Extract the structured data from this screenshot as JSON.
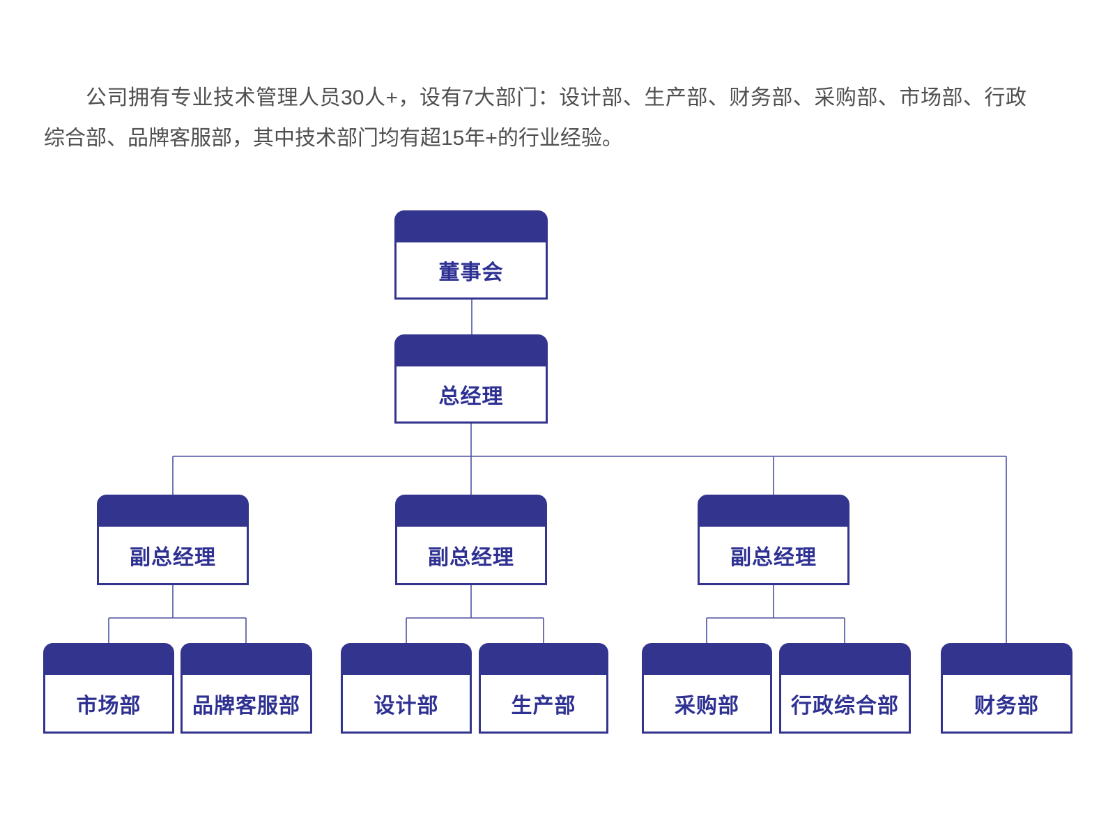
{
  "intro": {
    "text": "公司拥有专业技术管理人员30人+，设有7大部门：设计部、生产部、财务部、采购部、市场部、行政综合部、品牌客服部，其中技术部门均有超15年+的行业经验。"
  },
  "org_chart": {
    "type": "organization-chart",
    "nodes": [
      {
        "id": "board",
        "label": "董事会",
        "level": 1,
        "parent": null
      },
      {
        "id": "general-manager",
        "label": "总经理",
        "level": 2,
        "parent": "board"
      },
      {
        "id": "deputy-gm-1",
        "label": "副总经理",
        "level": 3,
        "parent": "general-manager"
      },
      {
        "id": "deputy-gm-2",
        "label": "副总经理",
        "level": 3,
        "parent": "general-manager"
      },
      {
        "id": "deputy-gm-3",
        "label": "副总经理",
        "level": 3,
        "parent": "general-manager"
      },
      {
        "id": "marketing-dept",
        "label": "市场部",
        "level": 4,
        "parent": "deputy-gm-1"
      },
      {
        "id": "brand-service-dept",
        "label": "品牌客服部",
        "level": 4,
        "parent": "deputy-gm-1"
      },
      {
        "id": "design-dept",
        "label": "设计部",
        "level": 4,
        "parent": "deputy-gm-2"
      },
      {
        "id": "production-dept",
        "label": "生产部",
        "level": 4,
        "parent": "deputy-gm-2"
      },
      {
        "id": "purchasing-dept",
        "label": "采购部",
        "level": 4,
        "parent": "deputy-gm-3"
      },
      {
        "id": "admin-dept",
        "label": "行政综合部",
        "level": 4,
        "parent": "deputy-gm-3"
      },
      {
        "id": "finance-dept",
        "label": "财务部",
        "level": 4,
        "parent": "general-manager"
      }
    ]
  },
  "colors": {
    "node_header_fill": "#33348E",
    "node_border": "#33348E",
    "node_text": "#2E3192",
    "connector_line": "#4E51A0",
    "paragraph_text": "#4F4F4F",
    "background": "#FFFFFF"
  }
}
